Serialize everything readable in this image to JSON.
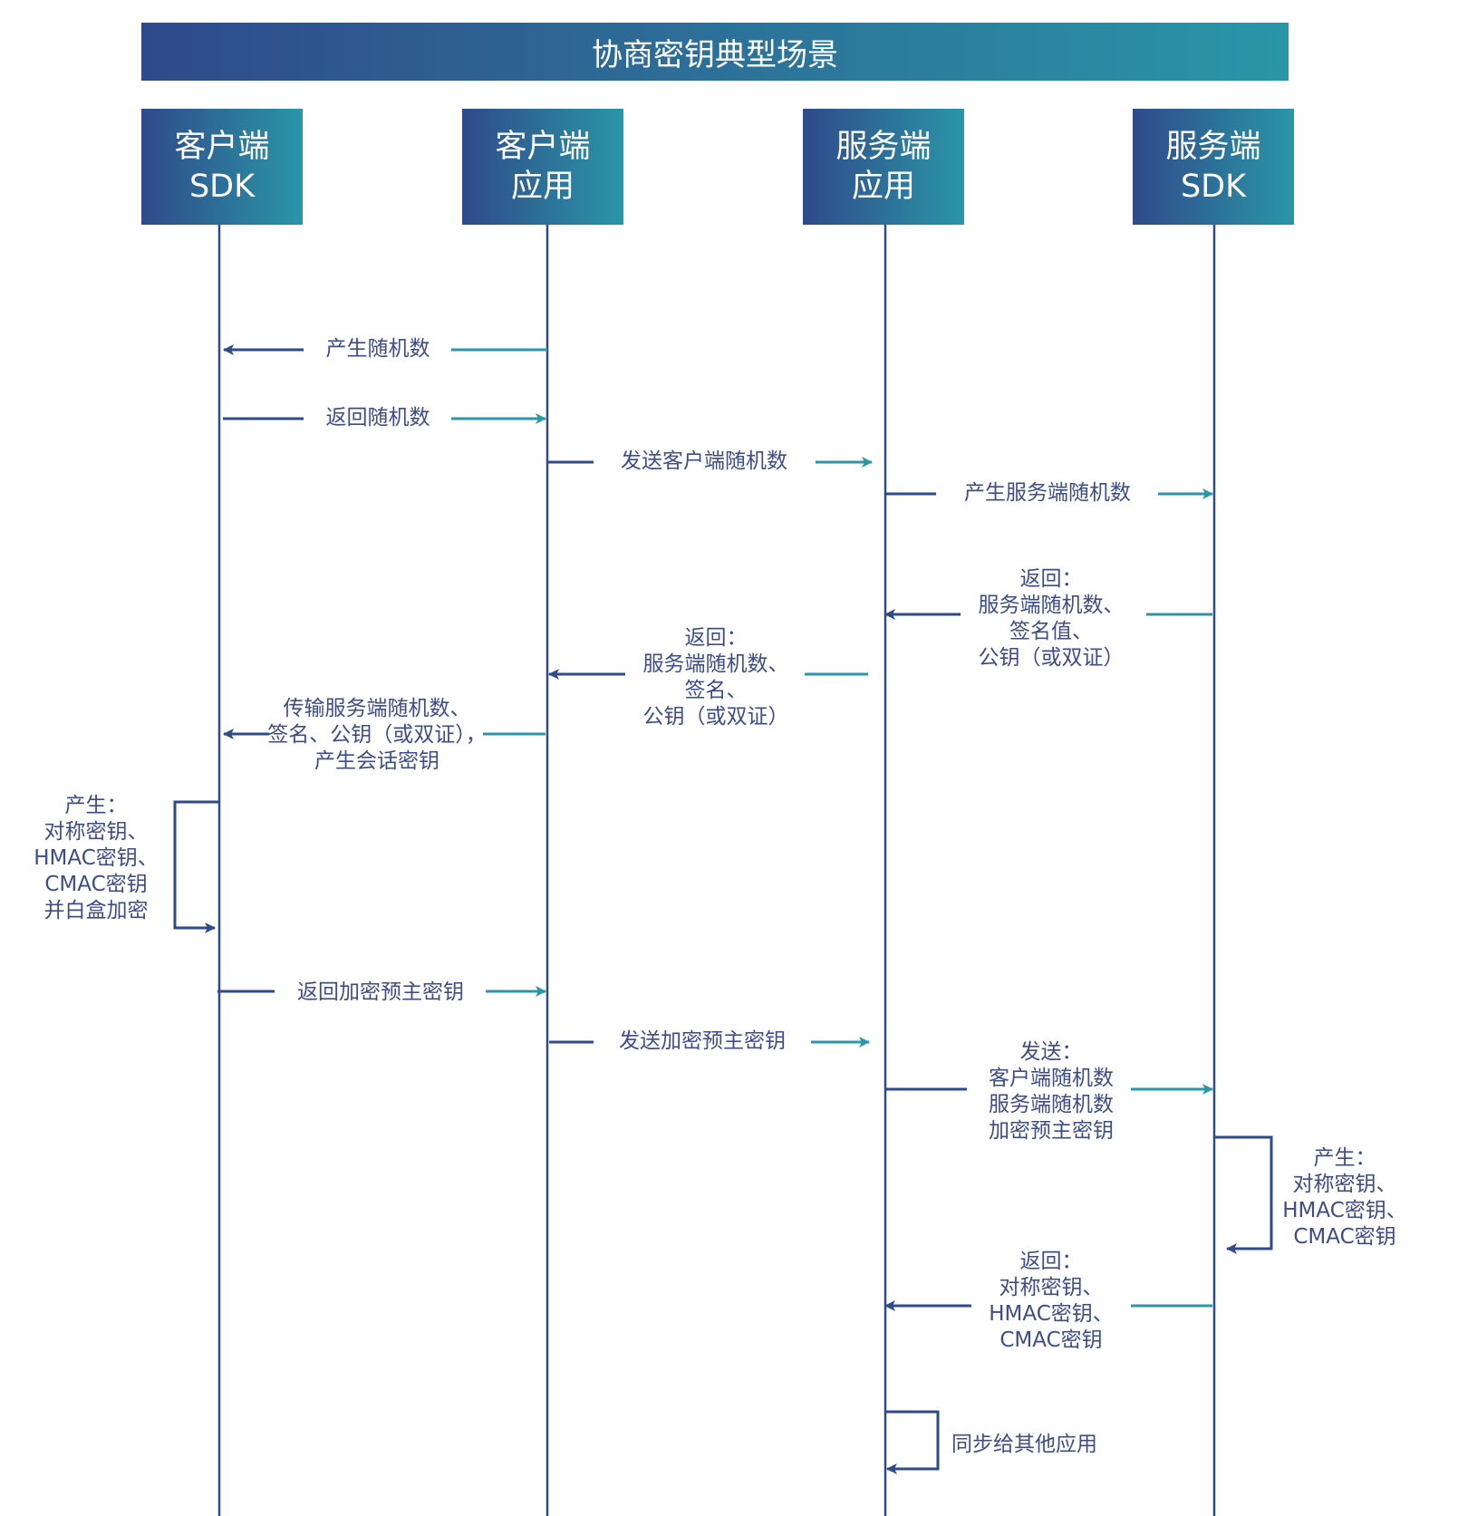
{
  "title": "协商密钥典型场景",
  "colors": {
    "navy": "#2f4a8a",
    "teal": "#2a96a7",
    "text": "#3d4d87"
  },
  "actors": [
    {
      "line1": "客户端",
      "line2": "SDK"
    },
    {
      "line1": "客户端",
      "line2": "应用"
    },
    {
      "line1": "服务端",
      "line2": "应用"
    },
    {
      "line1": "服务端",
      "line2": "SDK"
    }
  ],
  "messages": [
    {
      "lines": [
        "产生随机数"
      ]
    },
    {
      "lines": [
        "返回随机数"
      ]
    },
    {
      "lines": [
        "发送客户端随机数"
      ]
    },
    {
      "lines": [
        "产生服务端随机数"
      ]
    },
    {
      "lines": [
        "返回：",
        "服务端随机数、",
        "签名值、",
        "公钥（或双证）"
      ]
    },
    {
      "lines": [
        "返回：",
        "服务端随机数、",
        "签名、",
        "公钥（或双证）"
      ]
    },
    {
      "lines": [
        "传输服务端随机数、",
        "签名、公钥（或双证），",
        "产生会话密钥"
      ]
    },
    {
      "lines": [
        "产生：",
        "对称密钥、",
        "HMAC密钥、",
        "CMAC密钥",
        "并白盒加密"
      ]
    },
    {
      "lines": [
        "返回加密预主密钥"
      ]
    },
    {
      "lines": [
        "发送加密预主密钥"
      ]
    },
    {
      "lines": [
        "发送：",
        "客户端随机数",
        "服务端随机数",
        "加密预主密钥"
      ]
    },
    {
      "lines": [
        "产生：",
        "对称密钥、",
        "HMAC密钥、",
        "CMAC密钥"
      ]
    },
    {
      "lines": [
        "返回：",
        "对称密钥、",
        "HMAC密钥、",
        "CMAC密钥"
      ]
    },
    {
      "lines": [
        "同步给其他应用"
      ]
    }
  ]
}
